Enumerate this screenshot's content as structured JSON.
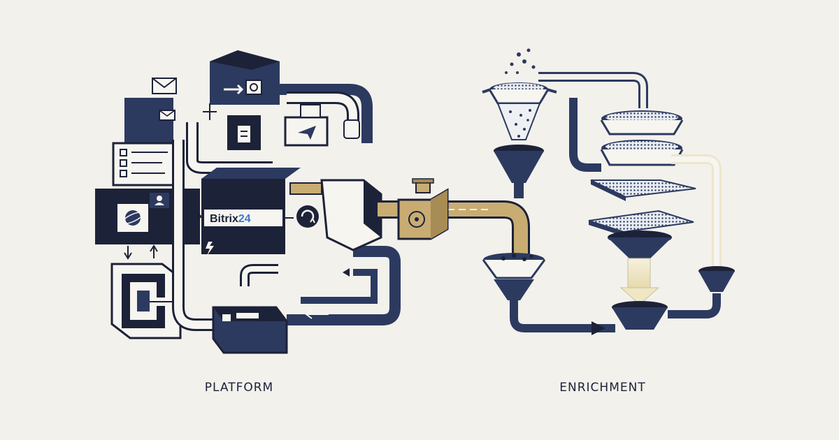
{
  "diagram": {
    "left_label": "PLATFORM",
    "right_label": "ENRICHMENT",
    "brand": {
      "name": "Bitrix",
      "suffix": "24"
    },
    "colors": {
      "background": "#f3f1ec",
      "navy": "#2c3a60",
      "dark": "#1c2238",
      "gold": "#c8ac72",
      "paper": "#f7f5f0",
      "brand_accent": "#3a7bd5"
    },
    "icons": [
      "envelope-icon",
      "checklist-icon",
      "send-icon",
      "mail-icon",
      "user-icon",
      "clipboard-icon",
      "lightning-icon",
      "sync-icon",
      "mesh-screen-icon",
      "funnel-icon",
      "sieve-icon",
      "arrow-icon"
    ]
  }
}
